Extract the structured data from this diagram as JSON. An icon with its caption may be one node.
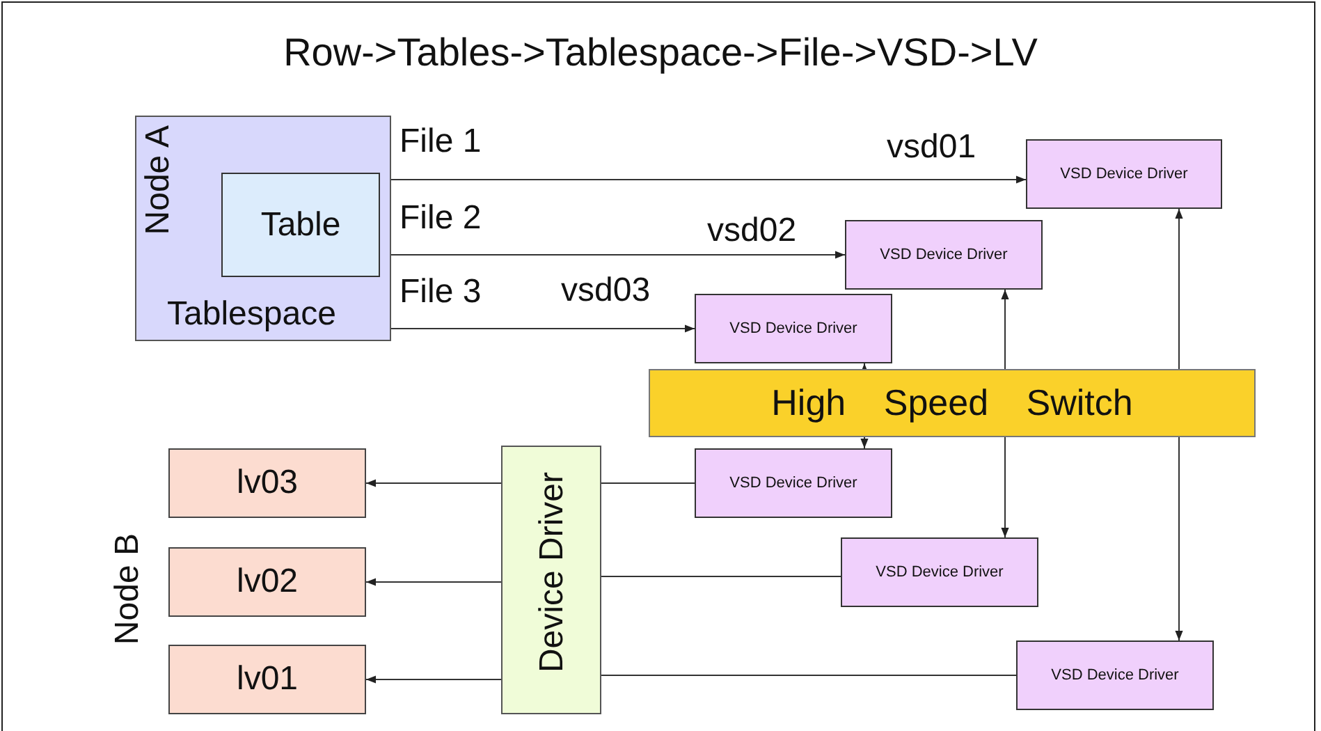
{
  "diagram": {
    "title": "Row->Tables->Tablespace->File->VSD->LV",
    "nodes": [
      {
        "text": [
          "Node A",
          "Tablespace"
        ]
      },
      {
        "text": [
          "Table"
        ],
        "in": 0
      },
      {
        "text": [
          "VSD Device Driver"
        ],
        "beside": [
          "vsd01"
        ]
      },
      {
        "text": [
          "VSD Device Driver"
        ],
        "beside": [
          "vsd02"
        ]
      },
      {
        "text": [
          "VSD Device Driver"
        ],
        "beside": [
          "vsd03"
        ]
      },
      {
        "text": [
          "High Speed Switch"
        ]
      },
      {
        "text": [
          "VSD Device Driver"
        ]
      },
      {
        "text": [
          "VSD Device Driver"
        ]
      },
      {
        "text": [
          "VSD Device Driver"
        ]
      },
      {
        "text": [
          "Device Driver"
        ]
      },
      {
        "text": [
          "lv03"
        ]
      },
      {
        "text": [
          "lv02"
        ]
      },
      {
        "text": [
          "lv01"
        ]
      }
    ],
    "edges": [
      {
        "from": 0,
        "to": 2,
        "arrow": "to",
        "label": "File 1"
      },
      {
        "from": 0,
        "to": 3,
        "arrow": "to",
        "label": "File 2"
      },
      {
        "from": 0,
        "to": 4,
        "arrow": "to",
        "label": "File 3"
      },
      {
        "from": 5,
        "to": 4,
        "arrow": "to"
      },
      {
        "from": 5,
        "to": 6,
        "arrow": "to"
      },
      {
        "from": 5,
        "to": 3,
        "arrow": "to"
      },
      {
        "from": 5,
        "to": 7,
        "arrow": "to"
      },
      {
        "from": 5,
        "to": 2,
        "arrow": "to"
      },
      {
        "from": 5,
        "to": 8,
        "arrow": "to"
      },
      {
        "from": 6,
        "to": 9,
        "arrow": "none"
      },
      {
        "from": 7,
        "to": 9,
        "arrow": "none"
      },
      {
        "from": 8,
        "to": 9,
        "arrow": "none"
      },
      {
        "from": 9,
        "to": 10,
        "arrow": "to"
      },
      {
        "from": 9,
        "to": 11,
        "arrow": "to"
      },
      {
        "from": 9,
        "to": 12,
        "arrow": "to"
      }
    ],
    "labels": [
      "Node B"
    ]
  }
}
